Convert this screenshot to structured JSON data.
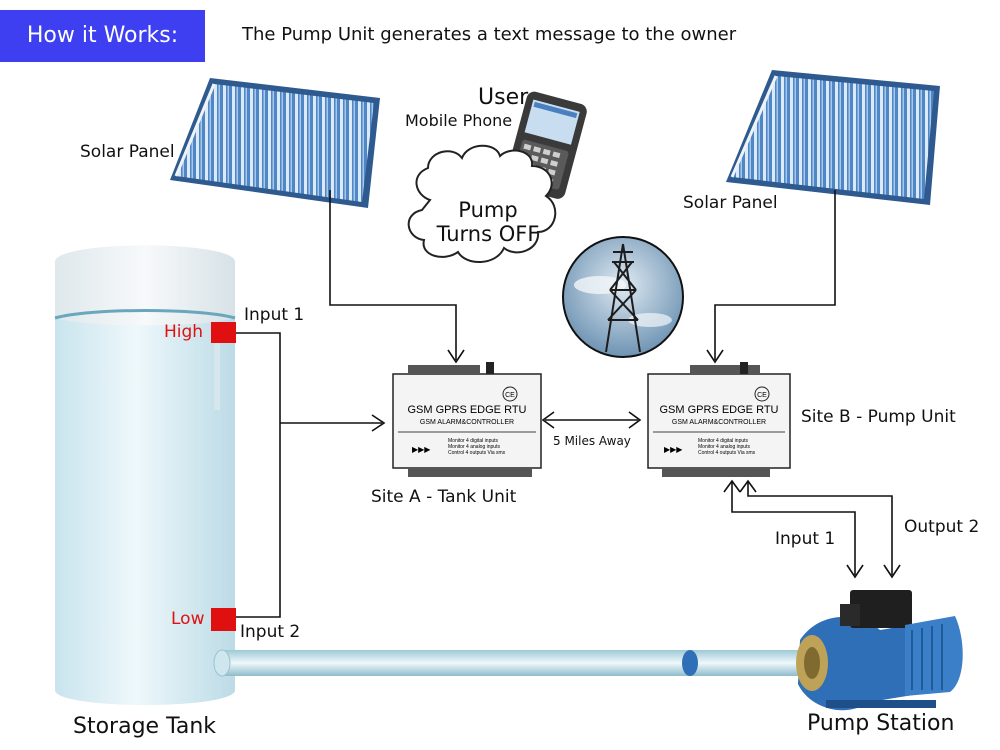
{
  "header": {
    "badge": "How it Works:",
    "headline": "The Pump Unit generates a text message to the owner"
  },
  "labels": {
    "solar_panel_left": "Solar Panel",
    "solar_panel_right": "Solar Panel",
    "user": "User",
    "mobile_phone": "Mobile Phone",
    "cloud_line1": "Pump",
    "cloud_line2": "Turns OFF",
    "high": "High",
    "low": "Low",
    "input_1_tank": "Input 1",
    "input_2_tank": "Input 2",
    "site_a": "Site A - Tank Unit",
    "site_b": "Site B - Pump Unit",
    "distance": "5 Miles Away",
    "input_1_pump": "Input 1",
    "output_2_pump": "Output 2",
    "storage_tank": "Storage Tank",
    "pump_station": "Pump Station"
  },
  "rtu": {
    "title": "GSM GPRS EDGE RTU",
    "subtitle": "GSM ALARM&CONTROLLER",
    "ce_mark": "CE",
    "notes": [
      "Monitor 4 digital inputs",
      "Monitor 4 analog inputs",
      "Control 4 outputs Via sms"
    ],
    "arrows": "▶▶▶"
  },
  "colors": {
    "badge": "#3d3ff0",
    "high_low_markers": "#e01010",
    "tank_water": "#b8dde9",
    "solar_tubes": "#4f86c6",
    "pump_body": "#2f6fb8"
  }
}
